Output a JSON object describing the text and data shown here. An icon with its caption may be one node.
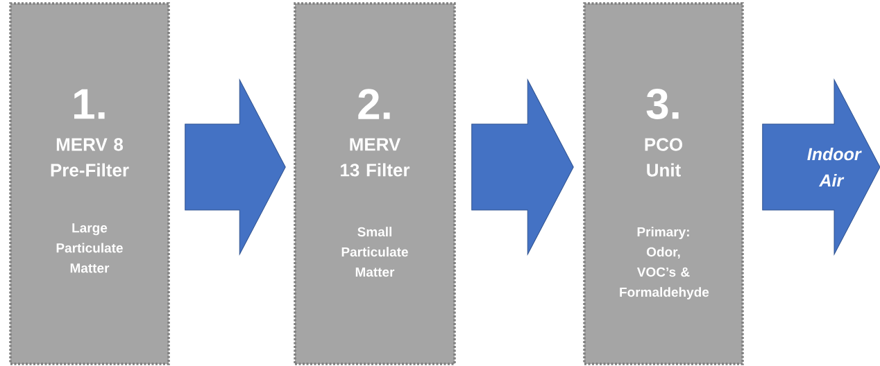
{
  "diagram": {
    "nodes": [
      {
        "text": [
          "1.",
          "MERV 8 Pre-Filter",
          "Large Particulate Matter"
        ]
      },
      {
        "text": [
          "2.",
          "MERV 13 Filter",
          "Small Particulate Matter"
        ]
      },
      {
        "text": [
          "3.",
          "PCO Unit",
          "Primary: Odor, VOC’s & Formaldehyde"
        ]
      }
    ],
    "edges": [
      {
        "from": 0,
        "to": 1,
        "arrow": "to"
      },
      {
        "from": 1,
        "to": 2,
        "arrow": "to"
      },
      {
        "from": 2,
        "to": null,
        "arrow": "to",
        "label": "Indoor Air"
      }
    ]
  }
}
